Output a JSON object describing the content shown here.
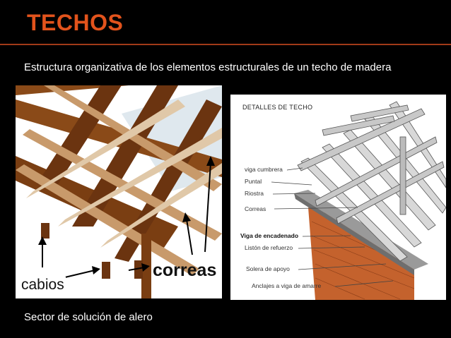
{
  "slide": {
    "title": "TECHOS",
    "subtitle": "Estructura organizativa de los elementos estructurales de un techo de madera",
    "footer": "Sector de solución de alero"
  },
  "figure_left": {
    "label_cabios": "cabios",
    "label_correas": "correas"
  },
  "figure_right": {
    "title": "DETALLES DE TECHO",
    "labels": [
      "viga cumbrera",
      "Puntal",
      "Riostra",
      "Correas",
      "Viga de encadenado",
      "Listón de refuerzo",
      "Solera de apoyo",
      "Anclajes a viga de amarre"
    ]
  },
  "colors": {
    "accent": "#e2531c",
    "background": "#000000",
    "text": "#ffffff"
  }
}
